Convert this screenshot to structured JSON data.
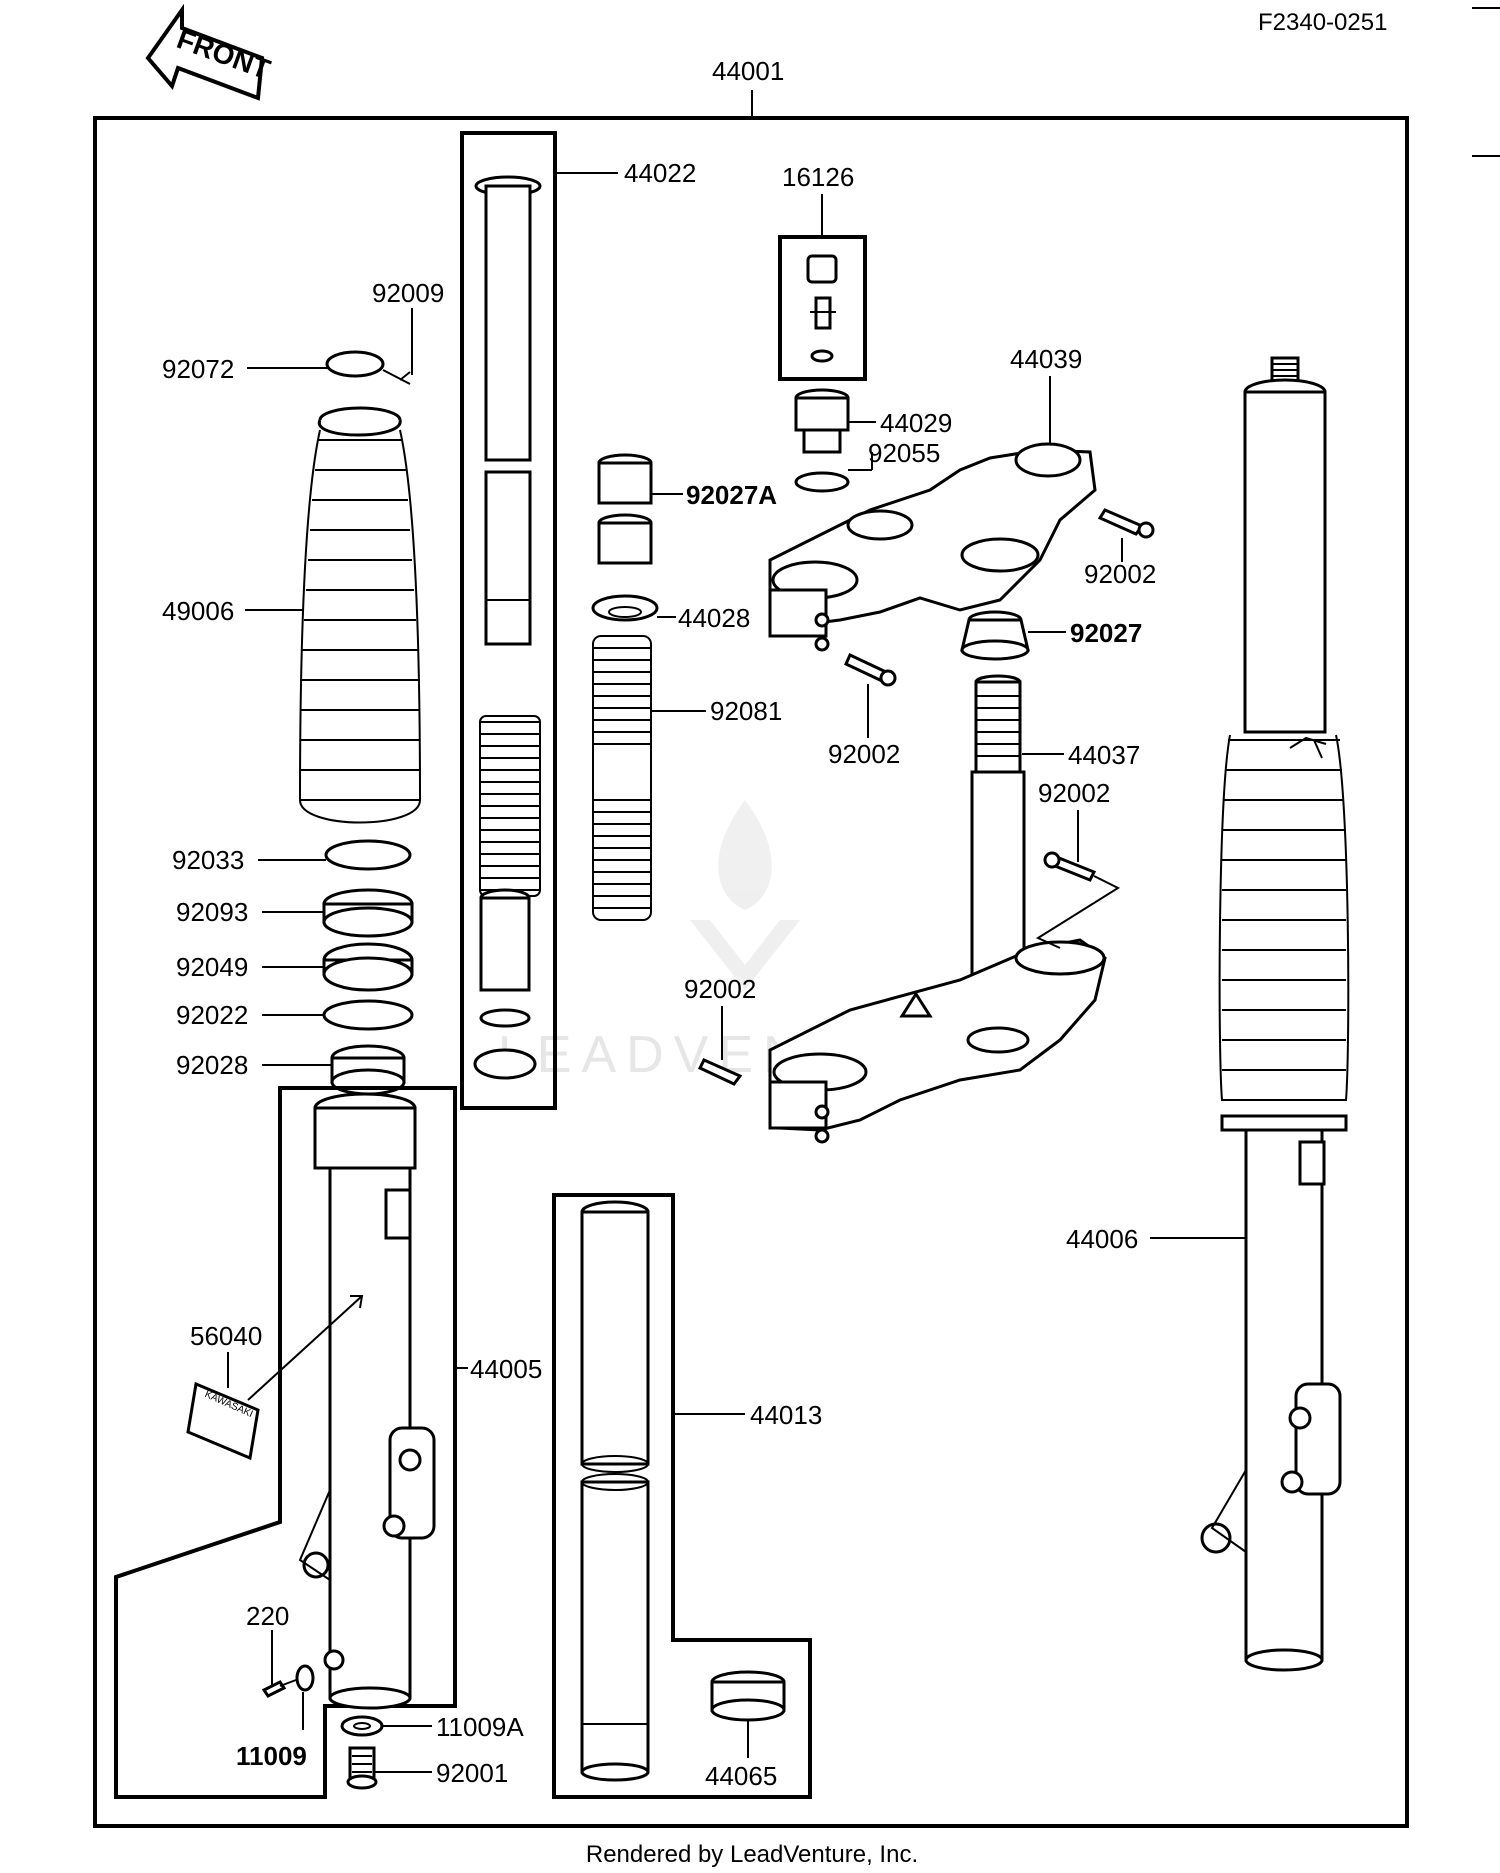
{
  "header": {
    "front_label": "FRONT",
    "figure_code": "F2340-0251",
    "assembly_number": "44001"
  },
  "parts": {
    "p44022": "44022",
    "p16126": "16126",
    "p92009": "92009",
    "p92072": "92072",
    "p44039": "44039",
    "p44029": "44029",
    "p92055": "92055",
    "p92027A": "92027A",
    "p92002a": "92002",
    "p49006": "49006",
    "p44028": "44028",
    "p92027": "92027",
    "p92081": "92081",
    "p92002b": "92002",
    "p44037": "44037",
    "p92002c": "92002",
    "p92033": "92033",
    "p92093": "92093",
    "p92049": "92049",
    "p92002d": "92002",
    "p92022": "92022",
    "p92028": "92028",
    "p44006": "44006",
    "p56040": "56040",
    "p44005": "44005",
    "p44013": "44013",
    "p220": "220",
    "p11009A": "11009A",
    "p11009": "11009",
    "p92001": "92001",
    "p44065": "44065"
  },
  "decal_text": "KAWASAKI",
  "watermark": "LEADVENTURE",
  "footer": {
    "rendered_by": "Rendered by LeadVenture, Inc."
  }
}
